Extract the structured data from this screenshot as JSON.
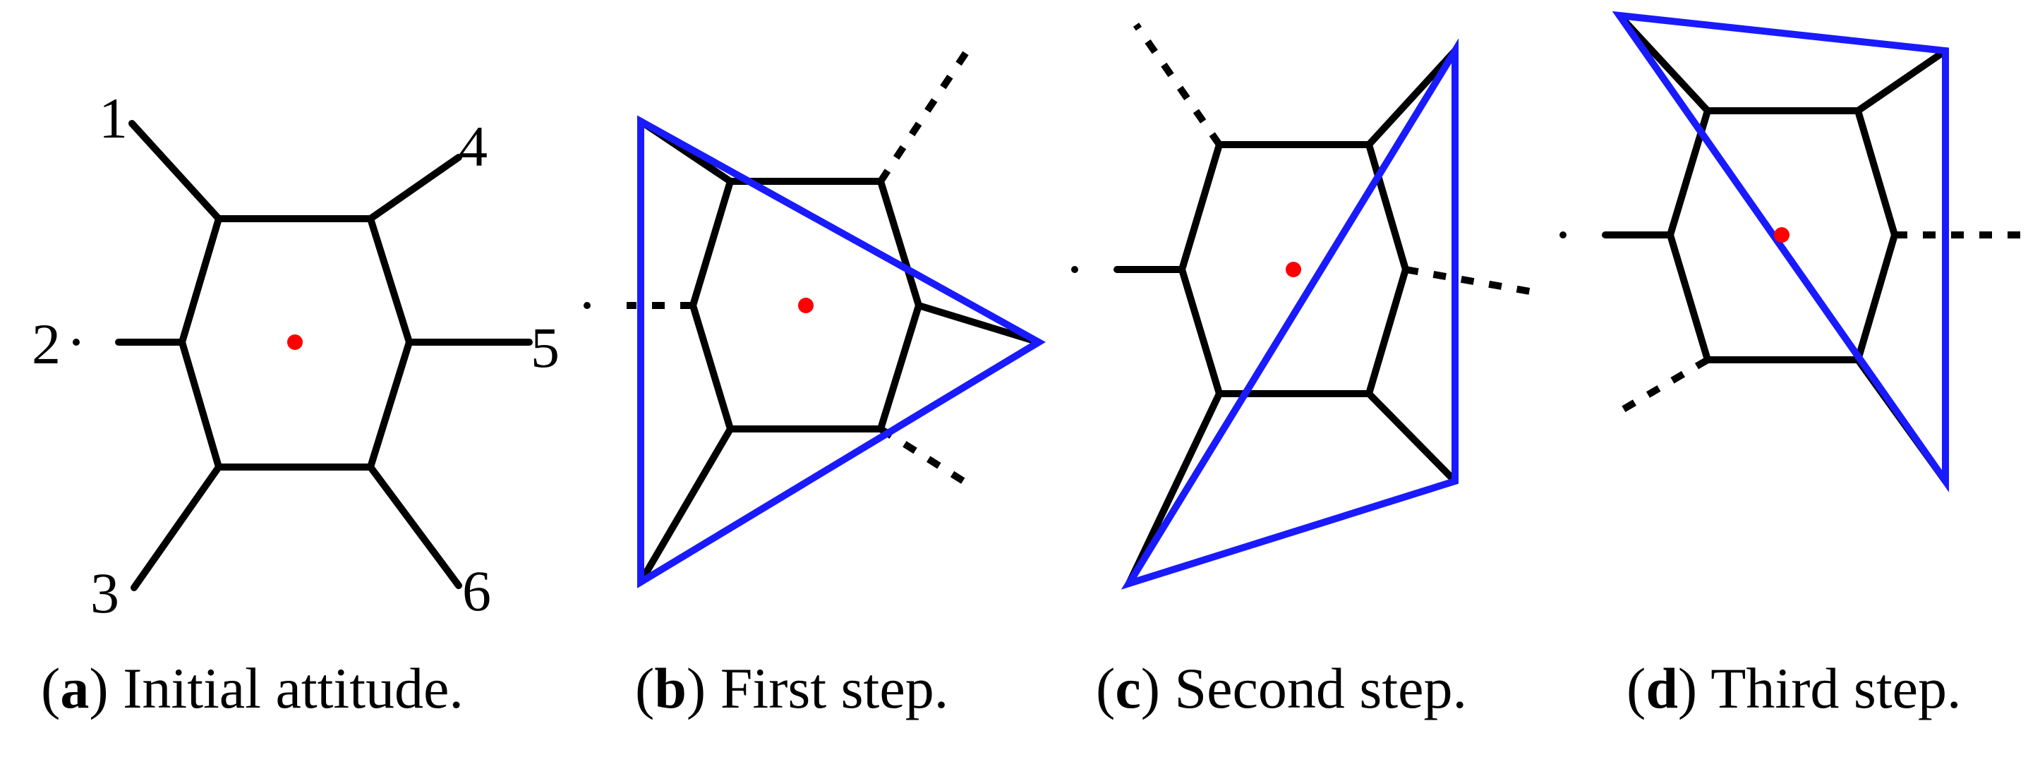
{
  "colors": {
    "frame": "#000000",
    "triangle": "#1a1aff",
    "center": "#ff0000"
  },
  "legs": {
    "leg1": "1",
    "leg2": "2",
    "leg3": "3",
    "leg4": "4",
    "leg5": "5",
    "leg6": "6"
  },
  "panels": [
    {
      "letter": "a",
      "text": "Initial attitude."
    },
    {
      "letter": "b",
      "text": "First step."
    },
    {
      "letter": "c",
      "text": "Second step."
    },
    {
      "letter": "d",
      "text": "Third step."
    }
  ]
}
